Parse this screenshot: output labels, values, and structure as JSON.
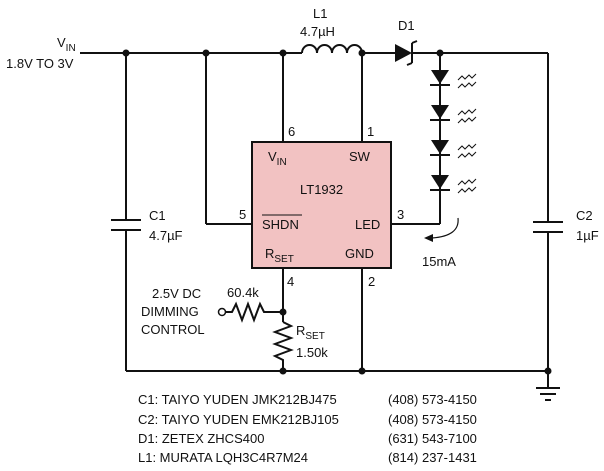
{
  "input": {
    "label": "V",
    "sub": "IN",
    "range": "1.8V TO 3V"
  },
  "inductor": {
    "ref": "L1",
    "value": "4.7µH"
  },
  "diode": {
    "ref": "D1"
  },
  "ic": {
    "name": "LT1932",
    "fill": "#f2c2c2",
    "pins": {
      "vin": {
        "label": "V",
        "sub": "IN",
        "number": "6"
      },
      "sw": {
        "label": "SW",
        "number": "1"
      },
      "shdn": {
        "label": "SHDN",
        "number": "5"
      },
      "led": {
        "label": "LED",
        "number": "3"
      },
      "rset": {
        "label": "R",
        "sub": "SET",
        "number": "4"
      },
      "gnd": {
        "label": "GND",
        "number": "2"
      }
    }
  },
  "c1": {
    "ref": "C1",
    "value": "4.7µF"
  },
  "c2": {
    "ref": "C2",
    "value": "1µF"
  },
  "led_current": "15mA",
  "dimming": {
    "line1": "2.5V DC",
    "line2": "DIMMING",
    "line3": "CONTROL",
    "resistor": "60.4k"
  },
  "rset": {
    "label": "R",
    "sub": "SET",
    "value": "1.50k"
  },
  "bom": [
    {
      "part": "C1: TAIYO YUDEN JMK212BJ475",
      "phone": "(408) 573-4150"
    },
    {
      "part": "C2: TAIYO YUDEN EMK212BJ105",
      "phone": "(408) 573-4150"
    },
    {
      "part": "D1: ZETEX ZHCS400",
      "phone": "(631) 543-7100"
    },
    {
      "part": "L1: MURATA LQH3C4R7M24",
      "phone": "(814) 237-1431"
    }
  ]
}
